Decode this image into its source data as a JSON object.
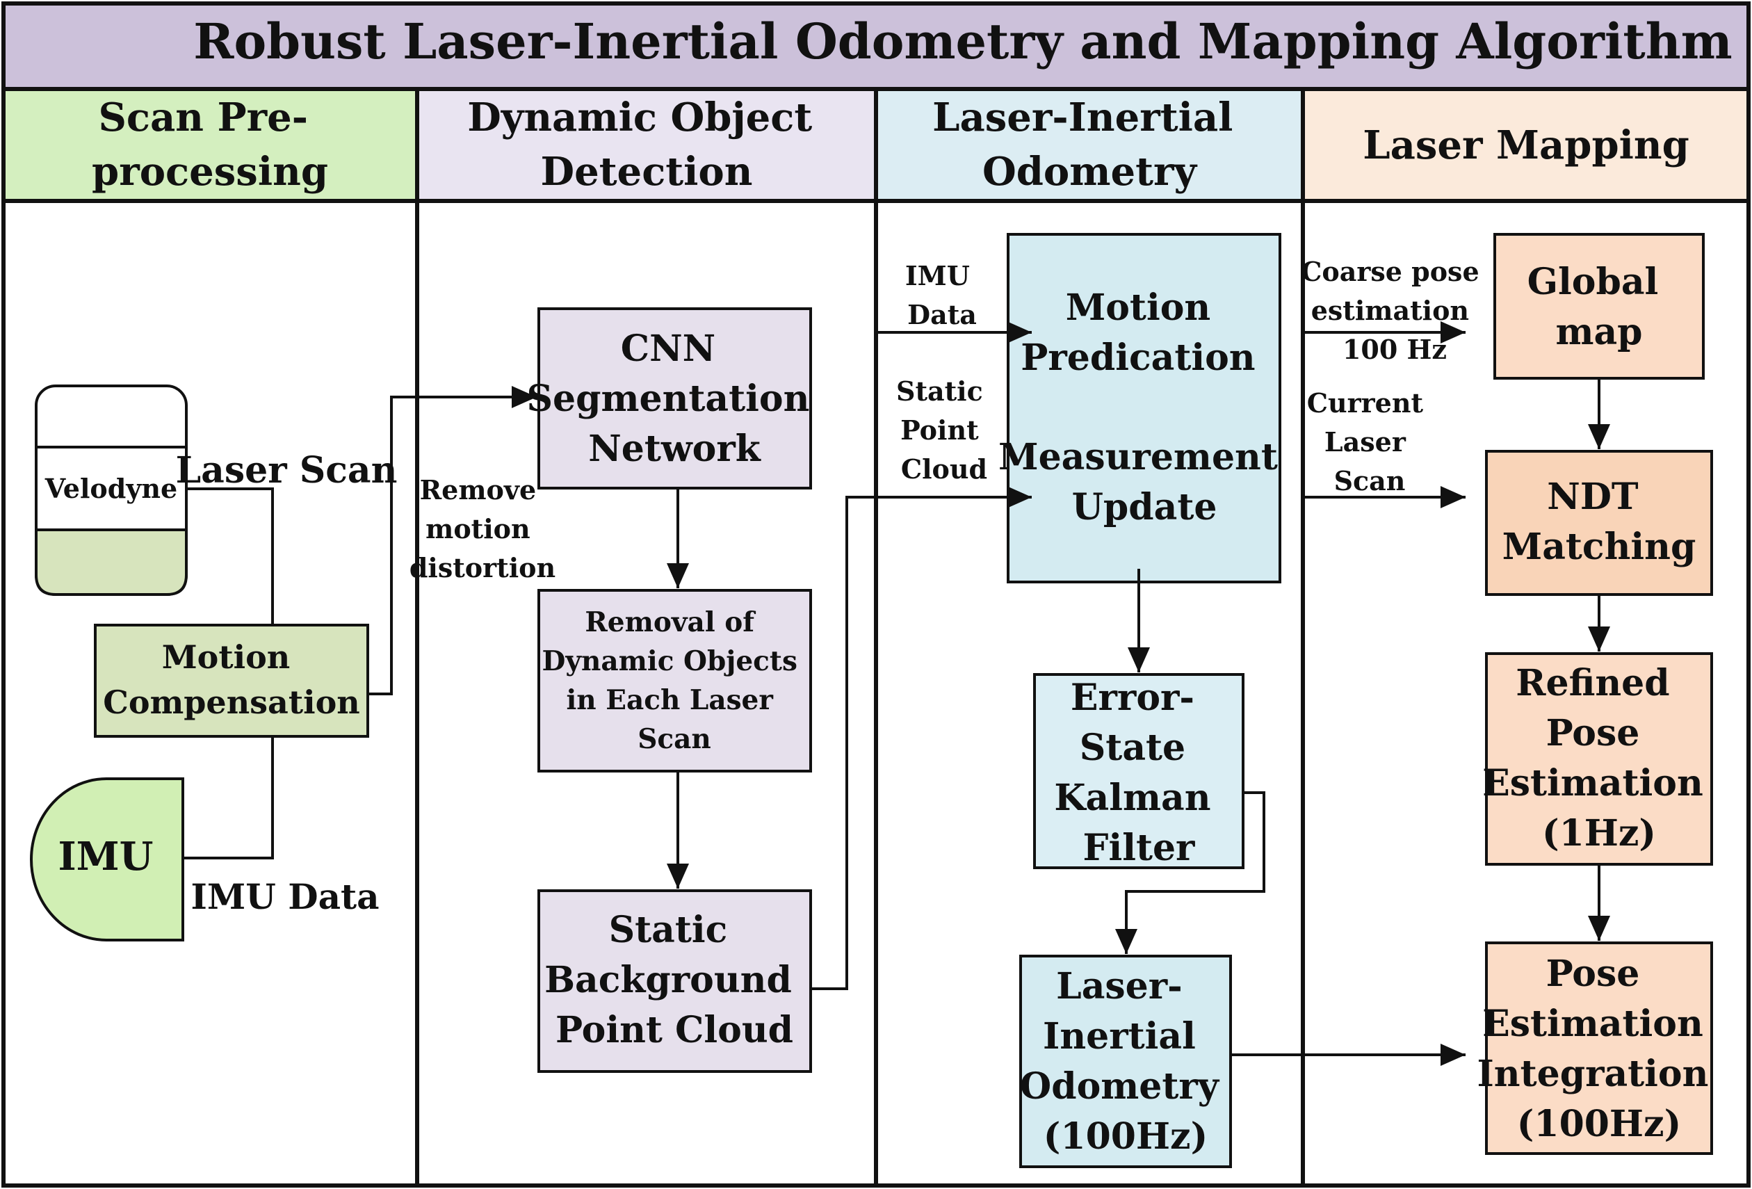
{
  "title": "Robust Laser-Inertial Odometry and Mapping Algorithm",
  "colors": {
    "title_bg": "#ccc1da",
    "col1_header": "#d4efbf",
    "col2_header": "#e9e4f1",
    "col3_header": "#dcedf3",
    "col4_header": "#fbeadb",
    "green_box": "#d7e4bd",
    "green_light": "#d1efb4",
    "purple_box": "#e6e0ec",
    "blue_box": "#d4ebf1",
    "blue_box_light": "#dbeef4",
    "orange_box": "#fbdcc6",
    "orange_box_dark": "#f9d4b8",
    "line": "#111111"
  },
  "columns": [
    {
      "label": [
        "Scan Pre-",
        "processing"
      ]
    },
    {
      "label": [
        "Dynamic Object",
        "Detection"
      ]
    },
    {
      "label": [
        "Laser-Inertial",
        "Odometry"
      ]
    },
    {
      "label": [
        "Laser Mapping"
      ]
    }
  ],
  "sensors": {
    "velodyne": "Velodyne",
    "imu": "IMU"
  },
  "boxes": {
    "motion_compensation": [
      "Motion",
      "Compensation"
    ],
    "cnn": [
      "CNN",
      "Segmentation",
      "Network"
    ],
    "removal": [
      "Removal of",
      "Dynamic Objects",
      "in  Each Laser",
      "Scan"
    ],
    "static_bg": [
      "Static",
      "Background",
      "Point Cloud"
    ],
    "motion_pred": [
      "Motion",
      "Predication",
      "",
      "Measurement",
      "Update"
    ],
    "eskf": [
      "Error-",
      "State",
      "Kalman",
      "Filter"
    ],
    "lio": [
      "Laser-",
      "Inertial",
      "Odometry",
      "(100Hz)"
    ],
    "global_map": [
      "Global",
      "map"
    ],
    "ndt": [
      "NDT",
      "Matching"
    ],
    "refined": [
      "Refined",
      "Pose",
      "Estimation",
      "(1Hz)"
    ],
    "integration": [
      "Pose",
      "Estimation",
      "Integration",
      "(100Hz)"
    ]
  },
  "labels": {
    "laser_scan": "Laser Scan",
    "imu_data": "IMU Data",
    "remove_motion": [
      "Remove",
      "motion",
      "distortion"
    ],
    "imu_data_small": [
      "IMU",
      "Data"
    ],
    "static_point_cloud": [
      "Static",
      "Point",
      "Cloud"
    ],
    "coarse_pose": [
      "Coarse pose",
      "estimation",
      "100 Hz"
    ],
    "current_laser_scan": [
      "Current",
      "Laser",
      "Scan"
    ]
  }
}
